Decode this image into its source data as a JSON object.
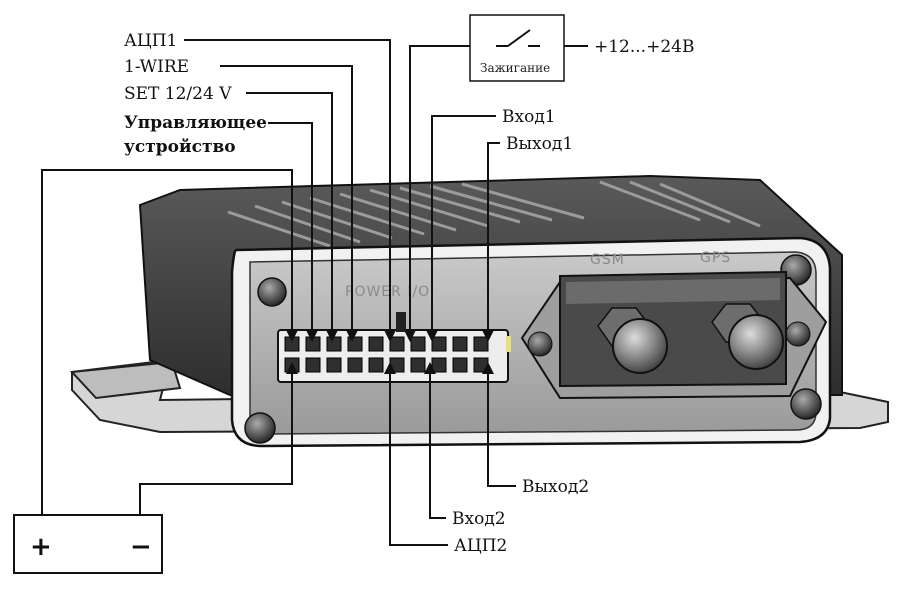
{
  "labels": {
    "adc1": "АЦП1",
    "one_wire": "1-WIRE",
    "set_voltage": "SET 12/24 V",
    "control_line1": "Управляющее",
    "control_line2": "устройство",
    "ignition": "Зажигание",
    "supply": "+12...+24В",
    "input1": "Вход1",
    "output1": "Выход1",
    "output2": "Выход2",
    "input2": "Вход2",
    "adc2": "АЦП2"
  },
  "device": {
    "power_io": "POWER I/O",
    "gsm": "GSM",
    "gps": "GPS"
  },
  "battery": {
    "plus": "+",
    "minus": "−"
  }
}
